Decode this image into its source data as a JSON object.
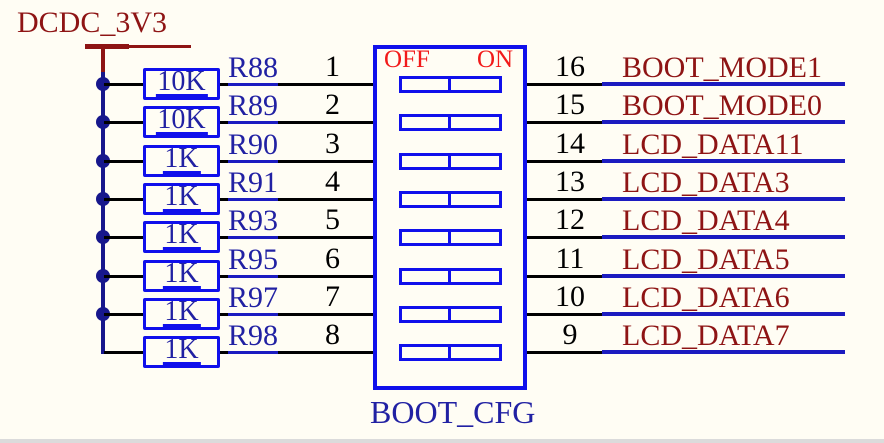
{
  "schematic": {
    "power": {
      "net_label": "DCDC_3V3"
    },
    "switch": {
      "name": "BOOT_CFG",
      "off_label": "OFF",
      "on_label": "ON"
    },
    "rows": [
      {
        "ref": "R88",
        "value": "10K",
        "pin_left": "1",
        "pin_right": "16",
        "net": "BOOT_MODE1",
        "junction": true
      },
      {
        "ref": "R89",
        "value": "10K",
        "pin_left": "2",
        "pin_right": "15",
        "net": "BOOT_MODE0",
        "junction": true
      },
      {
        "ref": "R90",
        "value": "1K",
        "pin_left": "3",
        "pin_right": "14",
        "net": "LCD_DATA11",
        "junction": true
      },
      {
        "ref": "R91",
        "value": "1K",
        "pin_left": "4",
        "pin_right": "13",
        "net": "LCD_DATA3",
        "junction": true
      },
      {
        "ref": "R93",
        "value": "1K",
        "pin_left": "5",
        "pin_right": "12",
        "net": "LCD_DATA4",
        "junction": true
      },
      {
        "ref": "R95",
        "value": "1K",
        "pin_left": "6",
        "pin_right": "11",
        "net": "LCD_DATA5",
        "junction": true
      },
      {
        "ref": "R97",
        "value": "1K",
        "pin_left": "7",
        "pin_right": "10",
        "net": "LCD_DATA6",
        "junction": true
      },
      {
        "ref": "R98",
        "value": "1K",
        "pin_left": "8",
        "pin_right": "9",
        "net": "LCD_DATA7",
        "junction": false
      }
    ],
    "colors": {
      "background": "#FFFDF4",
      "power_and_nets": "#8E1414",
      "rail_and_junctions": "#17178C",
      "designator_text": "#2121A3",
      "component_outline": "#1010EB",
      "link_underline_wire": "#1B1BC0",
      "off_on_text": "#F21A1A",
      "wire": "#000000"
    }
  }
}
